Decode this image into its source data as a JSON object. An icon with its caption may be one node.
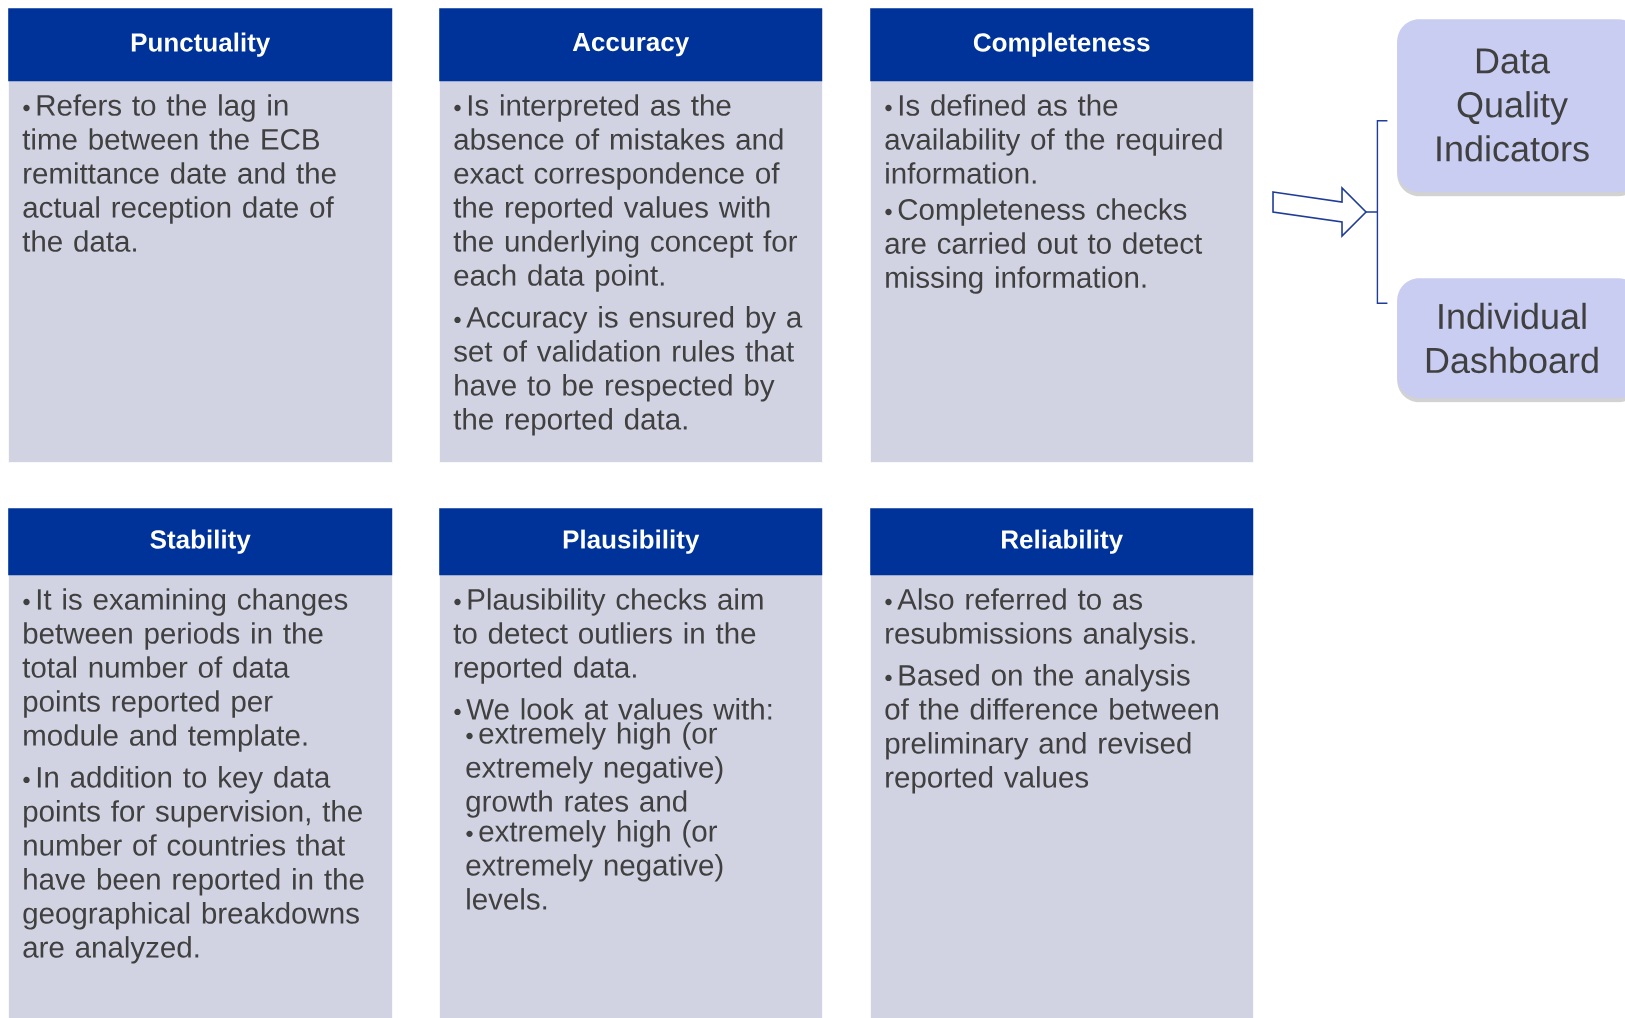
{
  "diagram": {
    "nodes": [
      {
        "text": [
          "Punctuality",
          "Refers to the lag in time between the ECB remittance date and the actual reception date of the data."
        ]
      },
      {
        "text": [
          "Accuracy",
          "Is interpreted as the absence of mistakes and exact correspondence of the reported values with the underlying concept for each data point.",
          "Accuracy is ensured by a set of validation rules that have to be respected by the reported data."
        ]
      },
      {
        "text": [
          "Completeness",
          "Is defined as the availability of the required information.",
          "Completeness checks are carried out to detect missing information."
        ]
      },
      {
        "text": [
          "Stability",
          "It is examining changes between periods in the total number of data points reported per module and template.",
          "In addition to key data points for supervision, the number of countries that have been reported in the geographical breakdowns are analyzed."
        ]
      },
      {
        "text": [
          "Plausibility",
          "Plausibility checks aim to detect outliers in the reported data.",
          "We look at values with:",
          "extremely high (or extremely negative) growth rates and",
          "extremely high (or extremely negative) levels."
        ]
      },
      {
        "text": [
          "Reliability",
          "Also referred to as resubmissions analysis.",
          "Based on the analysis of the difference between preliminary and revised reported values"
        ]
      },
      {
        "text": [
          "Data Quality Indicators"
        ]
      },
      {
        "text": [
          "Individual Dashboard"
        ]
      },
      {
        "text": [],
        "shape": "bracket"
      }
    ],
    "edges": [
      {
        "from": 2,
        "to": 8,
        "arrow": "to"
      }
    ]
  }
}
